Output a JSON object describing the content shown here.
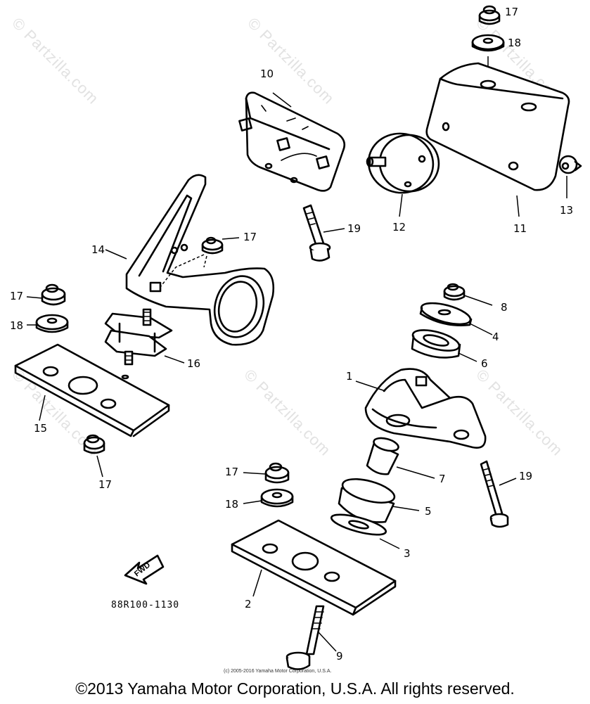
{
  "watermark": "© Partzilla.com",
  "callouts": [
    {
      "id": "c17a",
      "text": "17"
    },
    {
      "id": "c18a",
      "text": "18"
    },
    {
      "id": "c10",
      "text": "10"
    },
    {
      "id": "c12",
      "text": "12"
    },
    {
      "id": "c11",
      "text": "11"
    },
    {
      "id": "c13",
      "text": "13"
    },
    {
      "id": "c19a",
      "text": "19"
    },
    {
      "id": "c14",
      "text": "14"
    },
    {
      "id": "c17b",
      "text": "17"
    },
    {
      "id": "c17c",
      "text": "17"
    },
    {
      "id": "c18b",
      "text": "18"
    },
    {
      "id": "c16",
      "text": "16"
    },
    {
      "id": "c15",
      "text": "15"
    },
    {
      "id": "c17d",
      "text": "17"
    },
    {
      "id": "c8",
      "text": "8"
    },
    {
      "id": "c4",
      "text": "4"
    },
    {
      "id": "c6",
      "text": "6"
    },
    {
      "id": "c1",
      "text": "1"
    },
    {
      "id": "c7",
      "text": "7"
    },
    {
      "id": "c19b",
      "text": "19"
    },
    {
      "id": "c5",
      "text": "5"
    },
    {
      "id": "c3",
      "text": "3"
    },
    {
      "id": "c17e",
      "text": "17"
    },
    {
      "id": "c18c",
      "text": "18"
    },
    {
      "id": "c2",
      "text": "2"
    },
    {
      "id": "c9",
      "text": "9"
    }
  ],
  "fwd_label": "FWD",
  "figure_code": "88R100-1130",
  "small_copyright": "(c) 2005-2016 Yamaha Motor Corporation, U.S.A.",
  "copyright": "©2013 Yamaha Motor Corporation, U.S.A. All rights reserved."
}
